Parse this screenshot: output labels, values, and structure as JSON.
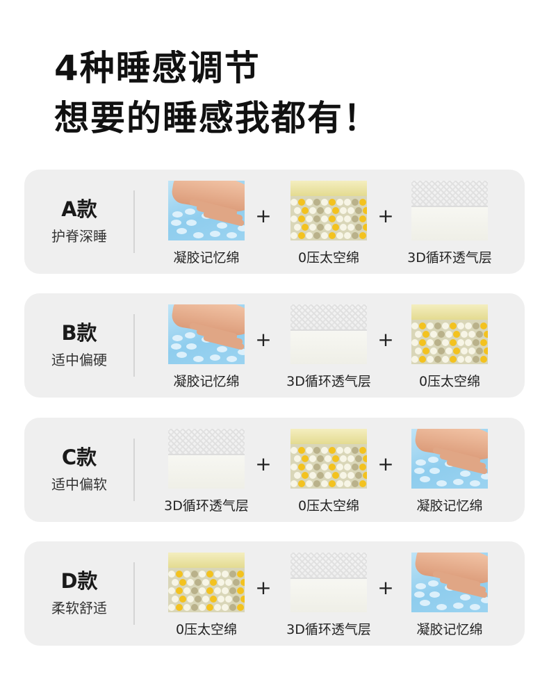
{
  "headline": {
    "line1": "4种睡感调节",
    "line2": "想要的睡感我都有！"
  },
  "materials": {
    "gel": {
      "icon": "gel-memory-foam-icon",
      "label": "凝胶记忆绵"
    },
    "foam": {
      "icon": "zero-pressure-foam-icon",
      "label": "0压太空绵"
    },
    "air": {
      "icon": "3d-air-layer-icon",
      "label": "3D循环透气层"
    }
  },
  "plus_sign": "+",
  "cards": [
    {
      "code": "A款",
      "desc": "护脊深睡",
      "layers": [
        "gel",
        "foam",
        "air"
      ],
      "labels": [
        "凝胶记忆绵",
        "0压太空绵",
        "3D循环透气层"
      ]
    },
    {
      "code": "B款",
      "desc": "适中偏硬",
      "layers": [
        "gel",
        "air",
        "foam"
      ],
      "labels": [
        "凝胶记忆绵",
        "3D循环透气层",
        "0压太空绵"
      ]
    },
    {
      "code": "C款",
      "desc": "适中偏软",
      "layers": [
        "air",
        "foam",
        "gel"
      ],
      "labels": [
        "3D循环透气层",
        "0压太空绵",
        "凝胶记忆绵"
      ]
    },
    {
      "code": "D款",
      "desc": "柔软舒适",
      "layers": [
        "foam",
        "air",
        "gel"
      ],
      "labels": [
        "0压太空绵",
        "3D循环透气层",
        "凝胶记忆绵"
      ]
    }
  ],
  "colors": {
    "card_bg": "#efefef",
    "gel_blue": "#8fcdee",
    "foam_yellow": "#e7e0a6",
    "bead_yellow": "#f3c21f",
    "air_white": "#f3f3f3"
  }
}
